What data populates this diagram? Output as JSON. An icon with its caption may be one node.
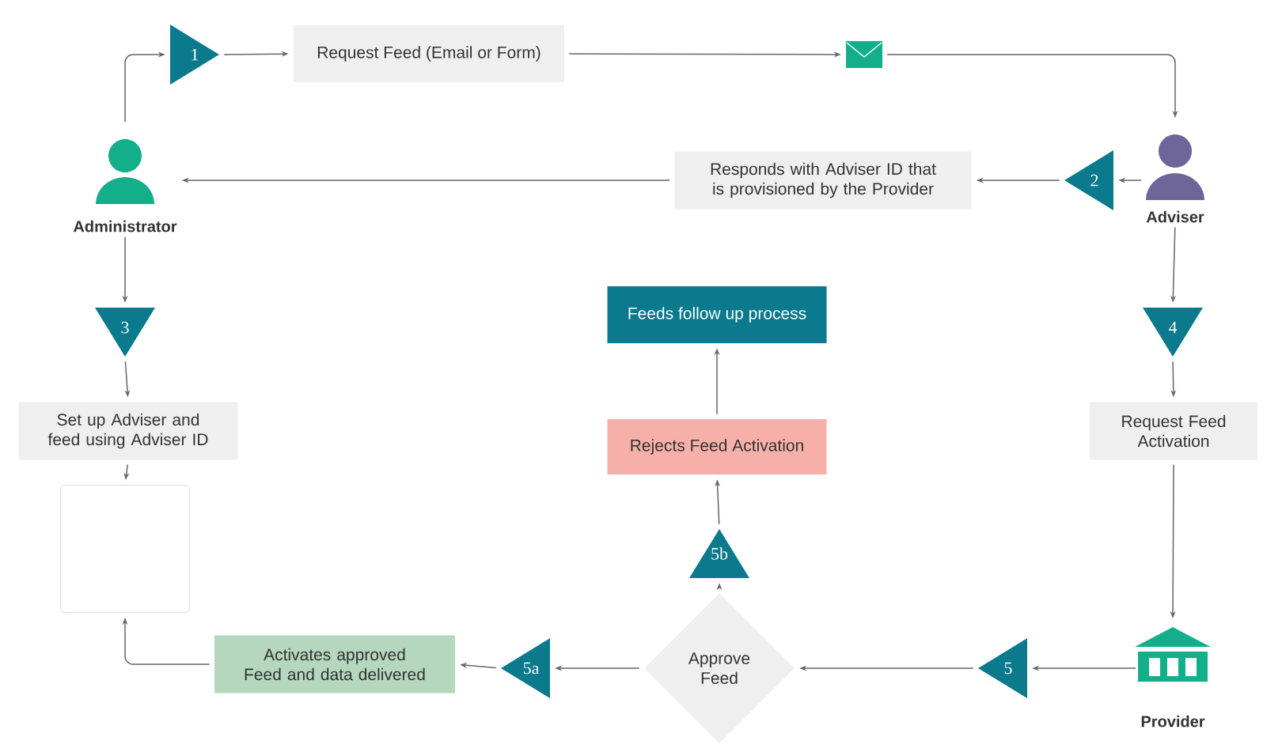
{
  "diagram": {
    "nodes": [
      {
        "text": [
          "Administrator"
        ]
      },
      {
        "text": [
          "1"
        ]
      },
      {
        "text": [
          "Request Feed (Email or Form)"
        ]
      },
      {
        "text": [],
        "shape": "envelope"
      },
      {
        "text": [
          "Adviser"
        ]
      },
      {
        "text": [
          "2"
        ]
      },
      {
        "text": [
          "Responds with Adviser ID that is provisioned by the Provider"
        ]
      },
      {
        "text": [
          "3"
        ]
      },
      {
        "text": [
          "Set up Adviser and feed using Adviser ID"
        ]
      },
      {
        "text": [],
        "shape": "box"
      },
      {
        "text": [
          "4"
        ]
      },
      {
        "text": [
          "Request Feed Activation"
        ]
      },
      {
        "text": [
          "Provider"
        ]
      },
      {
        "text": [
          "5"
        ]
      },
      {
        "text": [
          "Approve Feed"
        ]
      },
      {
        "text": [
          "5a"
        ]
      },
      {
        "text": [
          "Activates approved Feed and data delivered"
        ]
      },
      {
        "text": [
          "5b"
        ]
      },
      {
        "text": [
          "Rejects Feed Activation"
        ]
      },
      {
        "text": [
          "Feeds follow up process"
        ]
      }
    ],
    "edges": [
      {
        "from": 0,
        "to": 1,
        "arrow": "to"
      },
      {
        "from": 1,
        "to": 2,
        "arrow": "to"
      },
      {
        "from": 2,
        "to": 3,
        "arrow": "to"
      },
      {
        "from": 3,
        "to": 4,
        "arrow": "to"
      },
      {
        "from": 4,
        "to": 5,
        "arrow": "to"
      },
      {
        "from": 5,
        "to": 6,
        "arrow": "to"
      },
      {
        "from": 6,
        "to": 0,
        "arrow": "to"
      },
      {
        "from": 0,
        "to": 7,
        "arrow": "to"
      },
      {
        "from": 7,
        "to": 8,
        "arrow": "to"
      },
      {
        "from": 8,
        "to": 9,
        "arrow": "to"
      },
      {
        "from": 4,
        "to": 10,
        "arrow": "to"
      },
      {
        "from": 10,
        "to": 11,
        "arrow": "to"
      },
      {
        "from": 11,
        "to": 12,
        "arrow": "to"
      },
      {
        "from": 12,
        "to": 13,
        "arrow": "to"
      },
      {
        "from": 13,
        "to": 14,
        "arrow": "to"
      },
      {
        "from": 14,
        "to": 15,
        "arrow": "to"
      },
      {
        "from": 15,
        "to": 16,
        "arrow": "to"
      },
      {
        "from": 16,
        "to": 9,
        "arrow": "to"
      },
      {
        "from": 14,
        "to": 17,
        "arrow": "to"
      },
      {
        "from": 17,
        "to": 18,
        "arrow": "to"
      },
      {
        "from": 18,
        "to": 19,
        "arrow": "to"
      }
    ]
  }
}
